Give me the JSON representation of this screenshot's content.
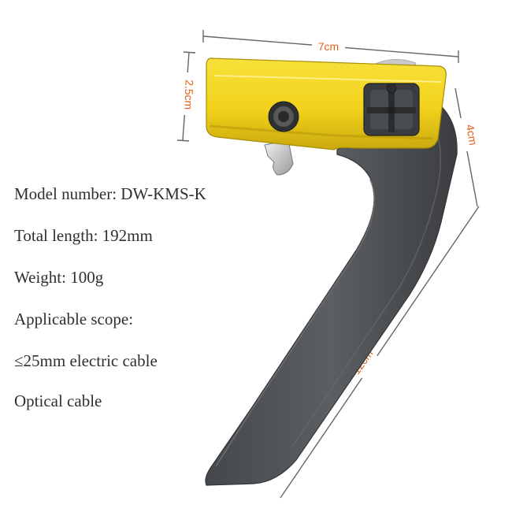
{
  "dimensions": {
    "width": "7cm",
    "height_left": "2.5cm",
    "height_right": "4cm",
    "length": "12cm"
  },
  "specs": {
    "model": "Model number: DW-KMS-K",
    "length": "Total length: 192mm",
    "weight": "Weight: 100g",
    "scope": "Applicable scope:",
    "electric": "≤25mm electric cable",
    "optical": "Optical cable"
  },
  "colors": {
    "yellow": "#f2d21b",
    "yellow_dark": "#c9a90e",
    "handle": "#54575a",
    "handle_dark": "#3e4043",
    "dim_line": "#555555",
    "dim_text": "#e0601c"
  }
}
